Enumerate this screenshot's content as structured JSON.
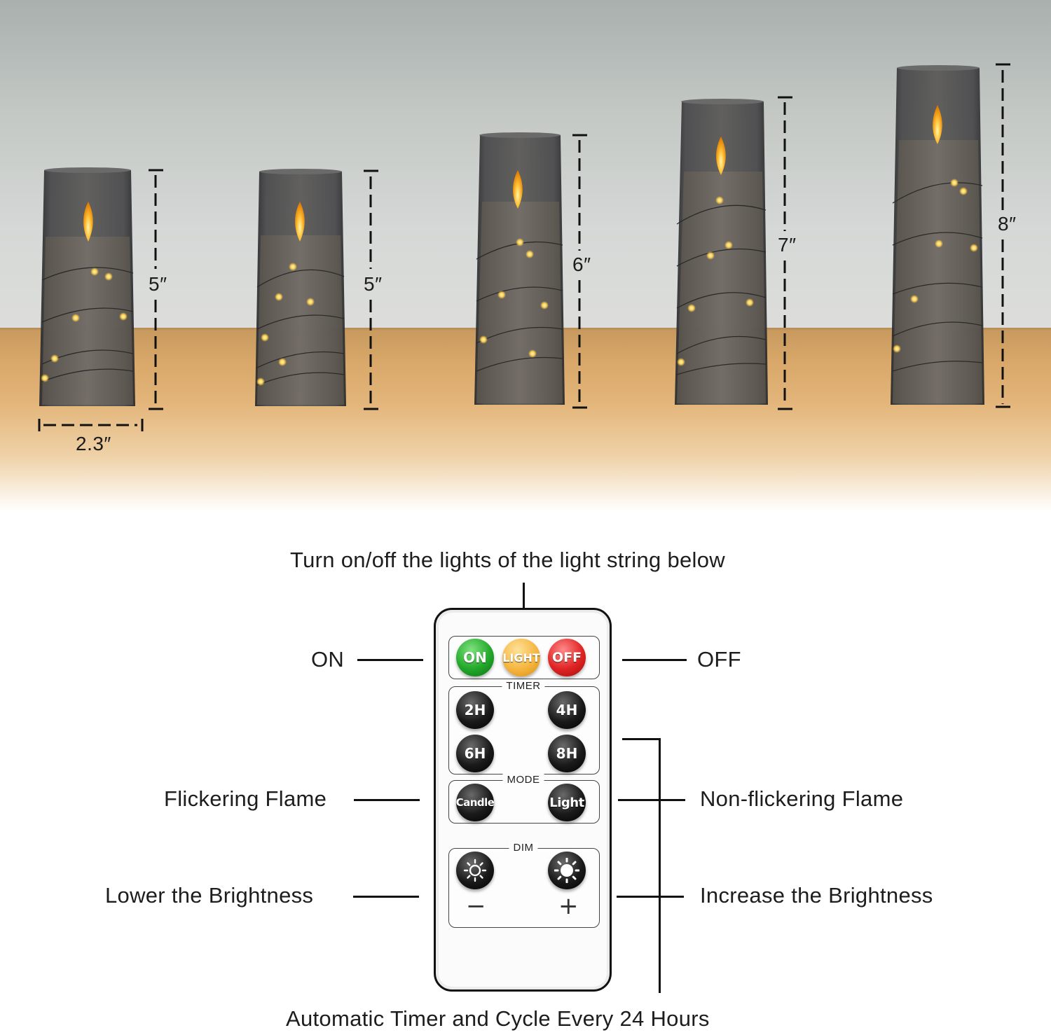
{
  "dimensions": {
    "candles": [
      {
        "height_label": "5″"
      },
      {
        "height_label": "5″"
      },
      {
        "height_label": "6″"
      },
      {
        "height_label": "7″"
      },
      {
        "height_label": "8″"
      }
    ],
    "diameter_label": "2.3″"
  },
  "annotations": {
    "light_string": "Turn on/off the lights of the light string below",
    "on": "ON",
    "off": "OFF",
    "flicker": "Flickering Flame",
    "non_flicker": "Non-flickering Flame",
    "lower": "Lower the Brightness",
    "increase": "Increase the Brightness",
    "timer_cycle": "Automatic Timer and Cycle Every 24 Hours"
  },
  "remote": {
    "power_buttons": {
      "on": "ON",
      "light": "LIGHT",
      "off": "OFF"
    },
    "timer": {
      "title": "TIMER",
      "buttons": [
        "2H",
        "4H",
        "6H",
        "8H"
      ]
    },
    "mode": {
      "title": "MODE",
      "candle": "Candle",
      "light": "Light"
    },
    "dim": {
      "title": "DIM",
      "minus": "−",
      "plus": "+"
    }
  },
  "colors": {
    "on_button": "#22a82a",
    "light_button": "#f5b640",
    "off_button": "#e02424",
    "glass": "#3e3d3d",
    "flame": "#ffb21c"
  },
  "icons": {
    "dim_down": "sun-outline-icon",
    "dim_up": "sun-filled-icon"
  }
}
